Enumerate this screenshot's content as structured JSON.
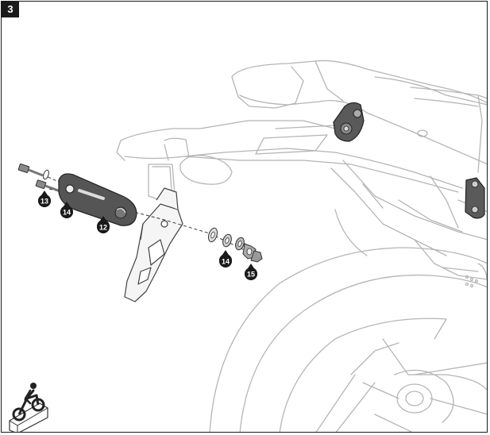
{
  "step": {
    "number": "3"
  },
  "callouts": [
    {
      "id": "13",
      "label": "13"
    },
    {
      "id": "14a",
      "label": "14"
    },
    {
      "id": "12",
      "label": "12"
    },
    {
      "id": "14b",
      "label": "14"
    },
    {
      "id": "15",
      "label": "15"
    }
  ],
  "icons": {
    "bottom_left": "motorcycle-service-icon"
  },
  "colors": {
    "line": "#2a2a2a",
    "light_line": "#b8b8b8",
    "part_fill": "#555555",
    "badge": "#1a1a1a"
  }
}
